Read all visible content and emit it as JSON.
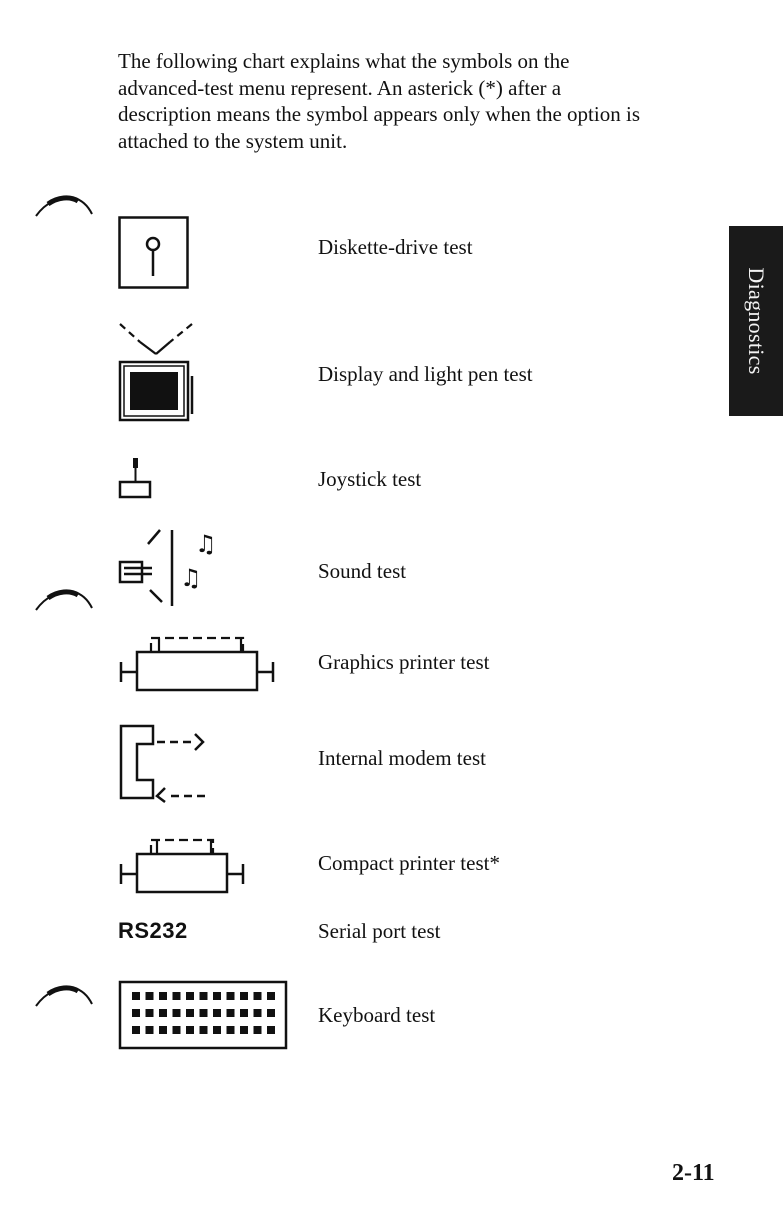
{
  "intro": "The following chart explains what the symbols on the advanced-test menu represent. An asterick (*) after a description means the symbol appears only when the option is attached to the system unit.",
  "rows": [
    {
      "label": "Diskette-drive test",
      "icon": "diskette-icon"
    },
    {
      "label": "Display and light pen test",
      "icon": "display-light-pen-icon"
    },
    {
      "label": "Joystick test",
      "icon": "joystick-icon"
    },
    {
      "label": "Sound test",
      "icon": "sound-icon"
    },
    {
      "label": "Graphics printer test",
      "icon": "graphics-printer-icon"
    },
    {
      "label": "Internal modem test",
      "icon": "modem-icon"
    },
    {
      "label": "Compact printer test*",
      "icon": "compact-printer-icon"
    },
    {
      "label": "Serial port test",
      "icon": "serial-port-icon",
      "symbol_text": "RS232"
    },
    {
      "label": "Keyboard test",
      "icon": "keyboard-icon"
    }
  ],
  "side_tab": "Diagnostics",
  "page_number": "2-11"
}
